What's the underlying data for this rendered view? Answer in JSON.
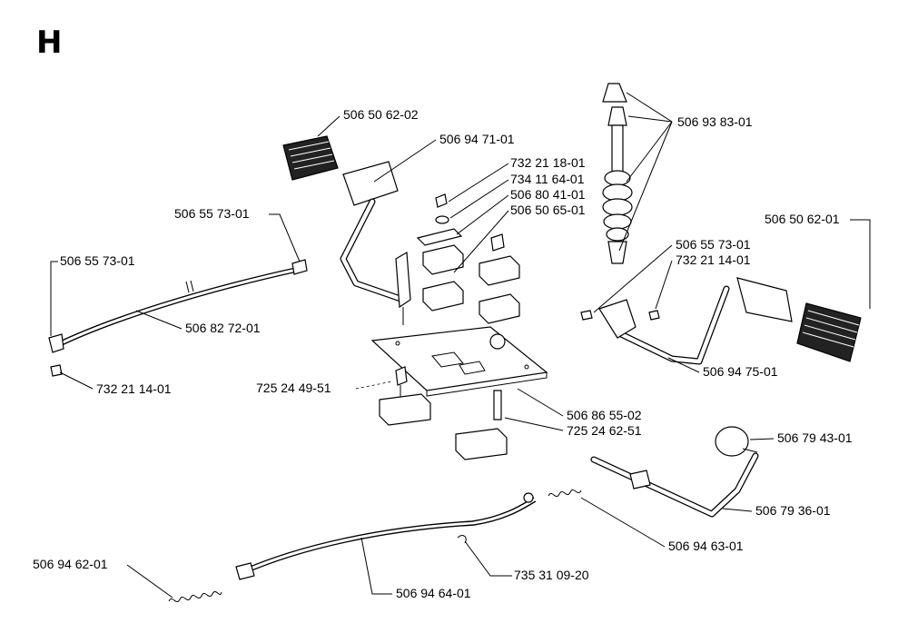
{
  "section_letter": "H",
  "labels": {
    "p506506202": "506 50 62-02",
    "p506947101": "506 94 71-01",
    "p732211801": "732 21 18-01",
    "p734116401": "734 11 64-01",
    "p506804101": "506 80 41-01",
    "p506506501": "506 50 65-01",
    "p506938301": "506 93 83-01",
    "p506557301_a": "506 55 73-01",
    "p506557301_b": "506 55 73-01",
    "p506827201": "506 82 72-01",
    "p732211401_a": "732 21 14-01",
    "p725244951": "725 24 49-51",
    "p506557301_c": "506 55 73-01",
    "p732211401_b": "732 21 14-01",
    "p506506201": "506 50 62-01",
    "p506947501": "506 94 75-01",
    "p506865502": "506 86 55-02",
    "p725246251": "725 24 62-51",
    "p506794301": "506 79 43-01",
    "p506793601": "506 79 36-01",
    "p506946301": "506 94 63-01",
    "p735310920": "735 31 09-20",
    "p506946201": "506 94 62-01",
    "p506946401": "506 94 64-01"
  }
}
